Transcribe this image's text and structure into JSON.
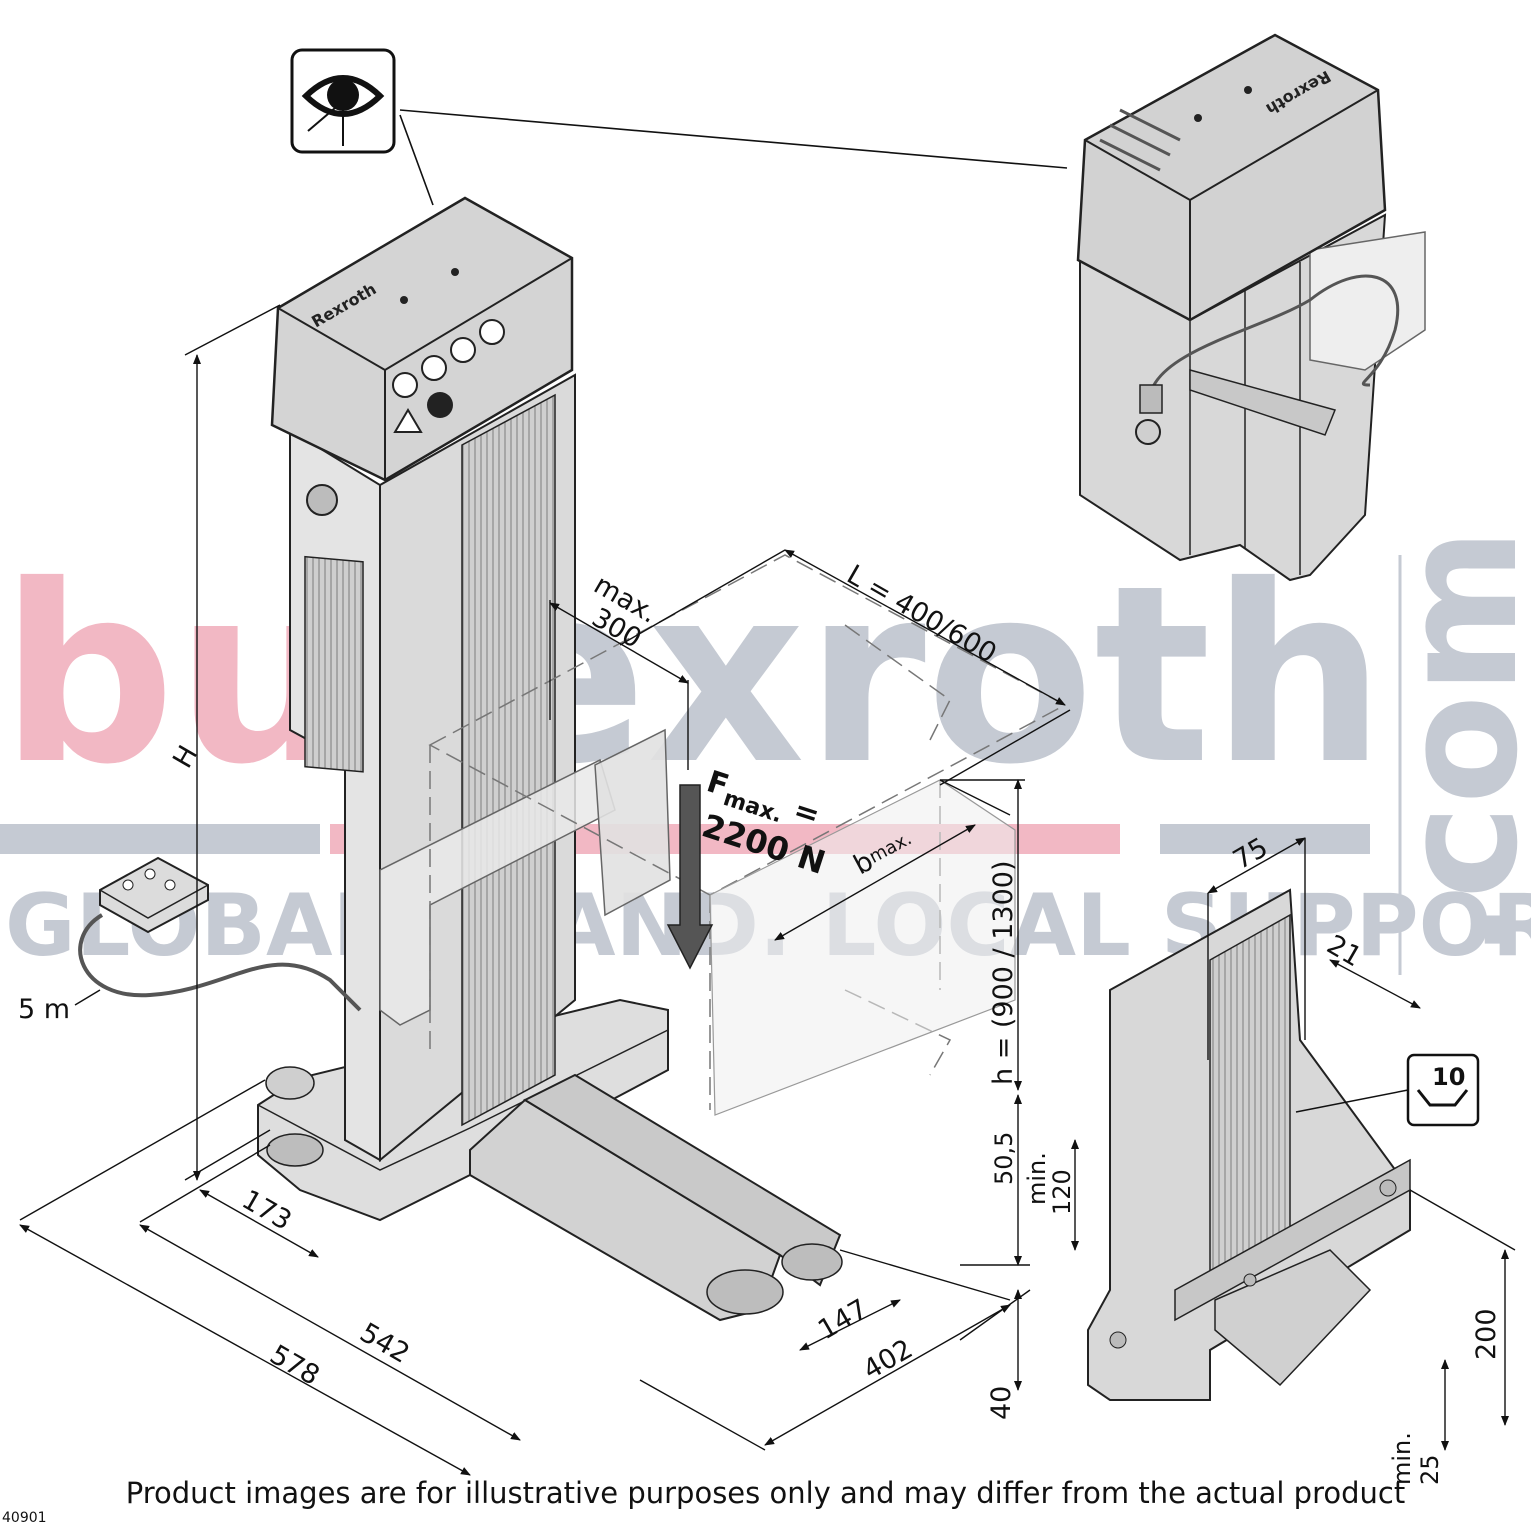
{
  "watermark": {
    "brand_part1": "buy",
    "brand_part2": "rexroth",
    "tld": ".com",
    "tagline": "GLOBAL BRAND. LOCAL SUPPORT.",
    "color_pink": "#f2b8c4",
    "color_grey": "#c5cad3"
  },
  "logo_text": "Rexroth",
  "dimensions": {
    "height": "H",
    "max300_line1": "max.",
    "max300_line2": "300",
    "length": "L = 400/600",
    "force_prefix": "F",
    "force_sub": "max.",
    "force_eq": " =",
    "force_value": "2200 N",
    "width": "b",
    "width_sub": "max.",
    "stroke_h": "h = (900 / 1300)",
    "d50_5": "50,5",
    "min120_line1": "min.",
    "min120_line2": "120",
    "d40": "40",
    "d173": "173",
    "d542": "542",
    "d578": "578",
    "d147": "147",
    "d402": "402",
    "cable": "5 m",
    "d75": "75",
    "d21": "21",
    "d200": "200",
    "min25_line1": "min.",
    "min25_line2": "25",
    "wrench": "10"
  },
  "footer": {
    "disclaimer": "Product images are for illustrative purposes only and may differ from the actual product",
    "code": "40901"
  }
}
